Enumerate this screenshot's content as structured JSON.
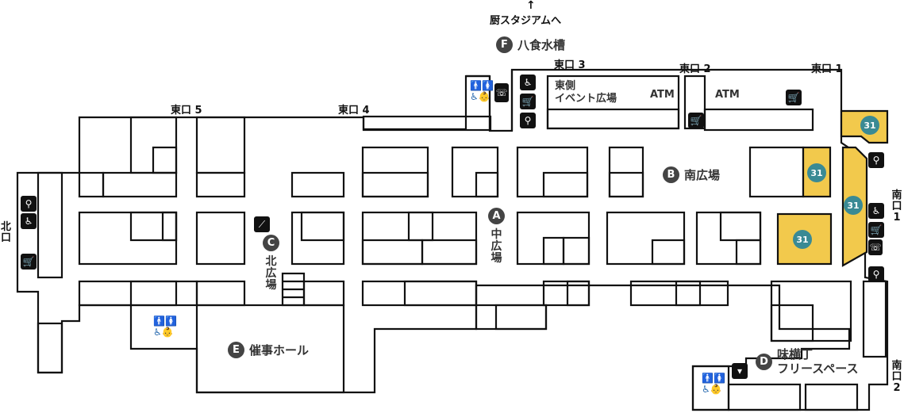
{
  "top_exit": {
    "arrow": "↑",
    "label": "厨スタジアムへ"
  },
  "exits": {
    "east1": "東口 1",
    "east2": "東口 2",
    "east3": "東口 3",
    "east4": "東口 4",
    "east5": "東口 5",
    "north": "北口",
    "south1": "南口1",
    "south2": "南口2"
  },
  "zones": {
    "A": {
      "badge": "A",
      "label": "中広場"
    },
    "B": {
      "badge": "B",
      "label": "南広場"
    },
    "C": {
      "badge": "C",
      "label": "北広場"
    },
    "D": {
      "badge": "D",
      "line1": "味横丁",
      "line2": "フリースペース"
    },
    "E": {
      "badge": "E",
      "label": "催事ホール"
    },
    "F": {
      "badge": "F",
      "label": "八食水槽"
    }
  },
  "east_event": {
    "line1": "東側",
    "line2": "イベント広場"
  },
  "atm_labels": [
    "ATM",
    "ATM"
  ],
  "shop_number": "31",
  "colors": {
    "highlight": "#f2c94c",
    "badge_31": "#3a8a94",
    "wall": "#111111",
    "zone_badge": "#444444"
  },
  "icons": [
    "wheelchair-icon",
    "cart-icon",
    "magnifier-icon",
    "phone-icon",
    "restroom-icon",
    "escalator-icon",
    "trash-icon"
  ]
}
